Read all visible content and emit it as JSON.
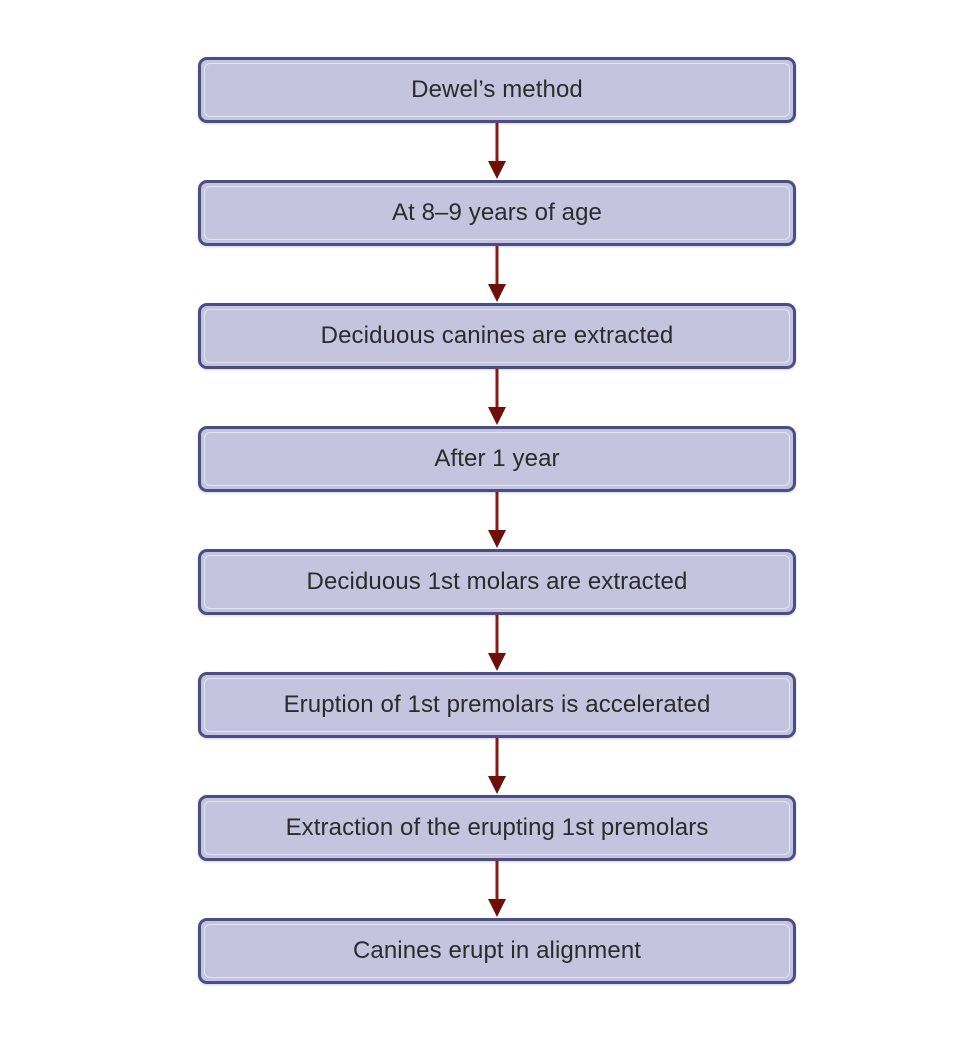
{
  "diagram": {
    "type": "flowchart",
    "orientation": "vertical",
    "background_color": "#ffffff",
    "node_fill_color": "#c4c4de",
    "node_border_color": "#4d4d86",
    "arrow_color": "#8b1a10",
    "text_color": "#2b2b2b",
    "title": "Dewel's method",
    "nodes": [
      {
        "id": "node-1",
        "label": "Dewel’s method"
      },
      {
        "id": "node-2",
        "label": "At 8–9 years of age"
      },
      {
        "id": "node-3",
        "label": "Deciduous canines are extracted"
      },
      {
        "id": "node-4",
        "label": "After 1 year"
      },
      {
        "id": "node-5",
        "label": "Deciduous 1st molars are extracted"
      },
      {
        "id": "node-6",
        "label": "Eruption of 1st premolars is accelerated"
      },
      {
        "id": "node-7",
        "label": "Extraction of the erupting 1st premolars"
      },
      {
        "id": "node-8",
        "label": "Canines erupt in alignment"
      }
    ],
    "connectors": [
      {
        "id": "arrow-1",
        "from": "node-1",
        "to": "node-2",
        "icon": "down-arrow-icon"
      },
      {
        "id": "arrow-2",
        "from": "node-2",
        "to": "node-3",
        "icon": "down-arrow-icon"
      },
      {
        "id": "arrow-3",
        "from": "node-3",
        "to": "node-4",
        "icon": "down-arrow-icon"
      },
      {
        "id": "arrow-4",
        "from": "node-4",
        "to": "node-5",
        "icon": "down-arrow-icon"
      },
      {
        "id": "arrow-5",
        "from": "node-5",
        "to": "node-6",
        "icon": "down-arrow-icon"
      },
      {
        "id": "arrow-6",
        "from": "node-6",
        "to": "node-7",
        "icon": "down-arrow-icon"
      },
      {
        "id": "arrow-7",
        "from": "node-7",
        "to": "node-8",
        "icon": "down-arrow-icon"
      }
    ]
  }
}
